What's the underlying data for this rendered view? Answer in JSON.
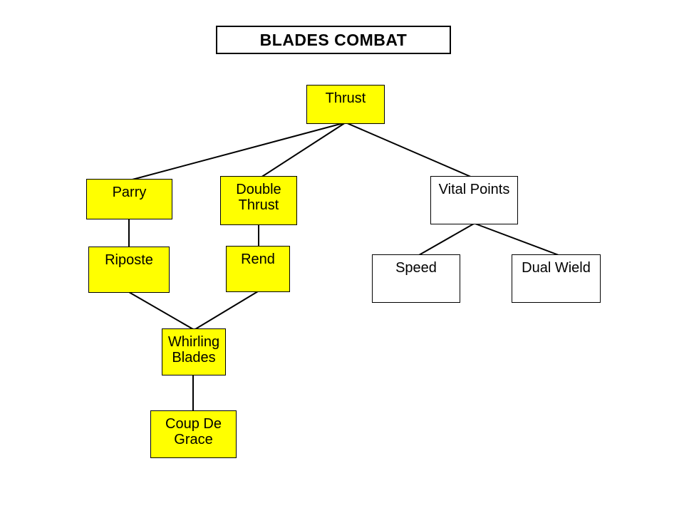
{
  "diagram": {
    "title": "BLADES COMBAT",
    "colors": {
      "yellow_node_fill": "#FFFF00",
      "white_node_fill": "#FFFFFF",
      "node_border": "#000000",
      "connector_line": "#000000",
      "text": "#000000",
      "background": "#FFFFFF"
    },
    "nodes": [
      {
        "id": "thrust",
        "label": "Thrust",
        "fill": "#FFFF00"
      },
      {
        "id": "parry",
        "label": "Parry",
        "fill": "#FFFF00"
      },
      {
        "id": "double-thrust",
        "label": "Double Thrust",
        "fill": "#FFFF00"
      },
      {
        "id": "vital-points",
        "label": "Vital Points",
        "fill": "#FFFFFF"
      },
      {
        "id": "riposte",
        "label": "Riposte",
        "fill": "#FFFF00"
      },
      {
        "id": "rend",
        "label": "Rend",
        "fill": "#FFFF00"
      },
      {
        "id": "speed",
        "label": "Speed",
        "fill": "#FFFFFF"
      },
      {
        "id": "dual-wield",
        "label": "Dual Wield",
        "fill": "#FFFFFF"
      },
      {
        "id": "whirling-blades",
        "label": "Whirling Blades",
        "fill": "#FFFF00"
      },
      {
        "id": "coup-de-grace",
        "label": "Coup De Grace",
        "fill": "#FFFF00"
      }
    ],
    "edges": [
      {
        "from": "thrust",
        "to": "parry"
      },
      {
        "from": "thrust",
        "to": "double-thrust"
      },
      {
        "from": "thrust",
        "to": "vital-points"
      },
      {
        "from": "parry",
        "to": "riposte"
      },
      {
        "from": "double-thrust",
        "to": "rend"
      },
      {
        "from": "riposte",
        "to": "whirling-blades"
      },
      {
        "from": "rend",
        "to": "whirling-blades"
      },
      {
        "from": "whirling-blades",
        "to": "coup-de-grace"
      },
      {
        "from": "vital-points",
        "to": "speed"
      },
      {
        "from": "vital-points",
        "to": "dual-wield"
      }
    ]
  }
}
